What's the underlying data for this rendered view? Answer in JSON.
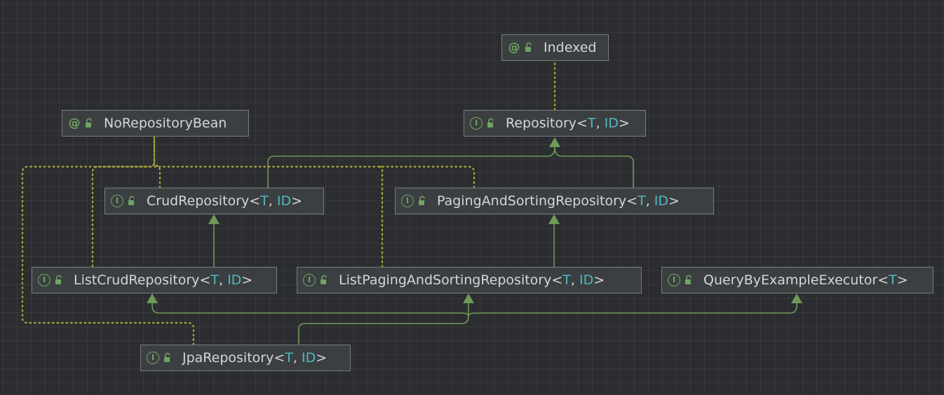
{
  "colors": {
    "background": "#2b2d30",
    "node_fill": "#3c3f41",
    "node_border": "#7a7d80",
    "text": "#d4d6d8",
    "type_param": "#4fb8c2",
    "icon_green": "#6fa564",
    "extends_edge": "#6d9a5a",
    "annotation_edge": "#a2a33a"
  },
  "nodes": [
    {
      "id": "indexed",
      "kind": "annotation",
      "kind_icon": "annotation-icon",
      "access_icon": "public-lock-icon",
      "name": "Indexed",
      "params": []
    },
    {
      "id": "norepositorybean",
      "kind": "annotation",
      "kind_icon": "annotation-icon",
      "access_icon": "public-lock-icon",
      "name": "NoRepositoryBean",
      "params": []
    },
    {
      "id": "repository",
      "kind": "interface",
      "kind_icon": "interface-icon",
      "access_icon": "public-lock-icon",
      "name": "Repository",
      "params": [
        "T",
        "ID"
      ]
    },
    {
      "id": "crudrepository",
      "kind": "interface",
      "kind_icon": "interface-icon",
      "access_icon": "public-lock-icon",
      "name": "CrudRepository",
      "params": [
        "T",
        "ID"
      ]
    },
    {
      "id": "pagingandsortingrepository",
      "kind": "interface",
      "kind_icon": "interface-icon",
      "access_icon": "public-lock-icon",
      "name": "PagingAndSortingRepository",
      "params": [
        "T",
        "ID"
      ]
    },
    {
      "id": "listcrudrepository",
      "kind": "interface",
      "kind_icon": "interface-icon",
      "access_icon": "public-lock-icon",
      "name": "ListCrudRepository",
      "params": [
        "T",
        "ID"
      ]
    },
    {
      "id": "listpagingandsortingrepository",
      "kind": "interface",
      "kind_icon": "interface-icon",
      "access_icon": "public-lock-icon",
      "name": "ListPagingAndSortingRepository",
      "params": [
        "T",
        "ID"
      ]
    },
    {
      "id": "querybyexampleexecutor",
      "kind": "interface",
      "kind_icon": "interface-icon",
      "access_icon": "public-lock-icon",
      "name": "QueryByExampleExecutor",
      "params": [
        "T"
      ]
    },
    {
      "id": "jparepository",
      "kind": "interface",
      "kind_icon": "interface-icon",
      "access_icon": "public-lock-icon",
      "name": "JpaRepository",
      "params": [
        "T",
        "ID"
      ]
    }
  ],
  "edges": [
    {
      "from": "crudrepository",
      "to": "repository",
      "type": "extends"
    },
    {
      "from": "pagingandsortingrepository",
      "to": "repository",
      "type": "extends"
    },
    {
      "from": "listcrudrepository",
      "to": "crudrepository",
      "type": "extends"
    },
    {
      "from": "listpagingandsortingrepository",
      "to": "pagingandsortingrepository",
      "type": "extends"
    },
    {
      "from": "jparepository",
      "to": "listcrudrepository",
      "type": "extends"
    },
    {
      "from": "jparepository",
      "to": "listpagingandsortingrepository",
      "type": "extends"
    },
    {
      "from": "jparepository",
      "to": "querybyexampleexecutor",
      "type": "extends"
    },
    {
      "from": "repository",
      "to": "indexed",
      "type": "annotated"
    },
    {
      "from": "crudrepository",
      "to": "norepositorybean",
      "type": "annotated"
    },
    {
      "from": "pagingandsortingrepository",
      "to": "norepositorybean",
      "type": "annotated"
    },
    {
      "from": "listcrudrepository",
      "to": "norepositorybean",
      "type": "annotated"
    },
    {
      "from": "listpagingandsortingrepository",
      "to": "norepositorybean",
      "type": "annotated"
    },
    {
      "from": "jparepository",
      "to": "norepositorybean",
      "type": "annotated"
    }
  ]
}
